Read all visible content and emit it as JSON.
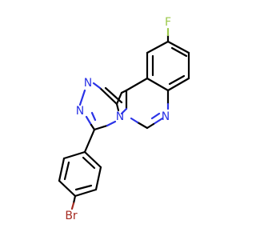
{
  "molecule": {
    "atoms": {
      "fluorine": "F",
      "bromine": "Br",
      "n_triazole_top": "N",
      "n_triazole_left": "N",
      "n_bridge": "N",
      "n_pyrimidine": "N"
    },
    "colors": {
      "carbon_bond": "#000000",
      "nitrogen": "#2b33e6",
      "fluorine": "#9bc84a",
      "bromine": "#a52a20",
      "background": "#ffffff"
    }
  }
}
